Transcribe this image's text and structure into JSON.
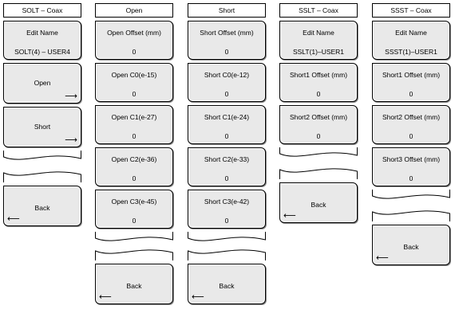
{
  "menus": {
    "solt": {
      "title": "SOLT – Coax",
      "edit_name_label": "Edit Name",
      "edit_name_value": "SOLT(4) – USER4",
      "open_label": "Open",
      "short_label": "Short",
      "back_label": "Back"
    },
    "open": {
      "title": "Open",
      "offset_label": "Open Offset (mm)",
      "offset_value": "0",
      "c0_label": "Open C0(e-15)",
      "c0_value": "0",
      "c1_label": "Open C1(e-27)",
      "c1_value": "0",
      "c2_label": "Open C2(e-36)",
      "c2_value": "0",
      "c3_label": "Open C3(e-45)",
      "c3_value": "0",
      "back_label": "Back"
    },
    "short": {
      "title": "Short",
      "offset_label": "Short Offset (mm)",
      "offset_value": "0",
      "c0_label": "Short C0(e-12)",
      "c0_value": "0",
      "c1_label": "Short C1(e-24)",
      "c1_value": "0",
      "c2_label": "Short C2(e-33)",
      "c2_value": "0",
      "c3_label": "Short C3(e-42)",
      "c3_value": "0",
      "back_label": "Back"
    },
    "sslt": {
      "title": "SSLT – Coax",
      "edit_name_label": "Edit Name",
      "edit_name_value": "SSLT(1)–USER1",
      "short1_label": "Short1 Offset (mm)",
      "short1_value": "0",
      "short2_label": "Short2 Offset (mm)",
      "short2_value": "0",
      "back_label": "Back"
    },
    "ssst": {
      "title": "SSST – Coax",
      "edit_name_label": "Edit Name",
      "edit_name_value": "SSST(1)–USER1",
      "short1_label": "Short1 Offset (mm)",
      "short1_value": "0",
      "short2_label": "Short2 Offset (mm)",
      "short2_value": "0",
      "short3_label": "Short3 Offset (mm)",
      "short3_value": "0",
      "back_label": "Back"
    }
  },
  "icons": {
    "submenu_arrow": "right-arrow-icon",
    "back_arrow": "left-arrow-icon"
  }
}
